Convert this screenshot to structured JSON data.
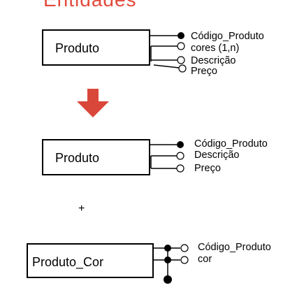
{
  "title": "Entidades",
  "colors": {
    "arrow": "#d9473a",
    "title": "#e24a3c",
    "line": "#000000"
  },
  "diagram1": {
    "entity": "Produto",
    "attributes": [
      "Código_Produto",
      "cores (1,n)",
      "Descrição",
      "Preço"
    ]
  },
  "diagram2": {
    "entity": "Produto",
    "attributes": [
      "Código_Produto",
      "Descrição",
      "Preço"
    ]
  },
  "plus": "+",
  "diagram3": {
    "entity": "Produto_Cor",
    "attributes": [
      "Código_Produto",
      "cor"
    ]
  }
}
